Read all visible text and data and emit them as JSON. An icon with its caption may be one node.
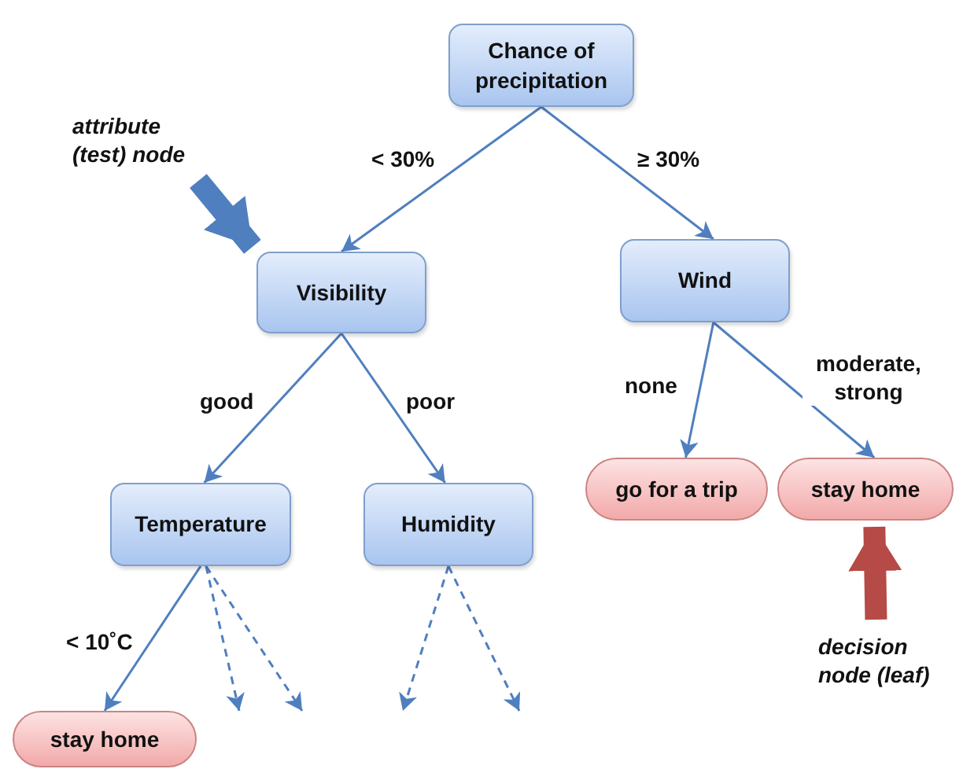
{
  "diagram": {
    "nodes": [
      {
        "text": [
          "Chance of precipitation"
        ]
      },
      {
        "text": [
          "Visibility"
        ]
      },
      {
        "text": [
          "Wind"
        ]
      },
      {
        "text": [
          "Temperature"
        ]
      },
      {
        "text": [
          "Humidity"
        ]
      },
      {
        "text": [
          "go for a trip"
        ]
      },
      {
        "text": [
          "stay home"
        ]
      },
      {
        "text": [
          "stay home"
        ]
      },
      {
        "text": [
          "attribute (test) node"
        ]
      },
      {
        "text": [
          "decision node (leaf)"
        ]
      }
    ],
    "edges": [
      {
        "from": 0,
        "to": 1,
        "arrow": "to",
        "label": "< 30%"
      },
      {
        "from": 0,
        "to": 2,
        "arrow": "to",
        "label": "≥ 30%"
      },
      {
        "from": 1,
        "to": 3,
        "arrow": "to",
        "label": "good"
      },
      {
        "from": 1,
        "to": 4,
        "arrow": "to",
        "label": "poor"
      },
      {
        "from": 2,
        "to": 5,
        "arrow": "to",
        "label": "none"
      },
      {
        "from": 2,
        "to": 6,
        "arrow": "to",
        "label": "moderate, strong"
      },
      {
        "from": 3,
        "to": 7,
        "arrow": "to",
        "label": "< 10˚C"
      },
      {
        "from": 3,
        "to": null,
        "arrow": "to",
        "style": "dashed"
      },
      {
        "from": 3,
        "to": null,
        "arrow": "to",
        "style": "dashed"
      },
      {
        "from": 4,
        "to": null,
        "arrow": "to",
        "style": "dashed"
      },
      {
        "from": 4,
        "to": null,
        "arrow": "to",
        "style": "dashed"
      },
      {
        "from": 8,
        "to": 1,
        "arrow": "to",
        "style": "thick",
        "color": "#4f7fbf"
      },
      {
        "from": 9,
        "to": 6,
        "arrow": "to",
        "style": "thick",
        "color": "#b54a47"
      }
    ]
  }
}
